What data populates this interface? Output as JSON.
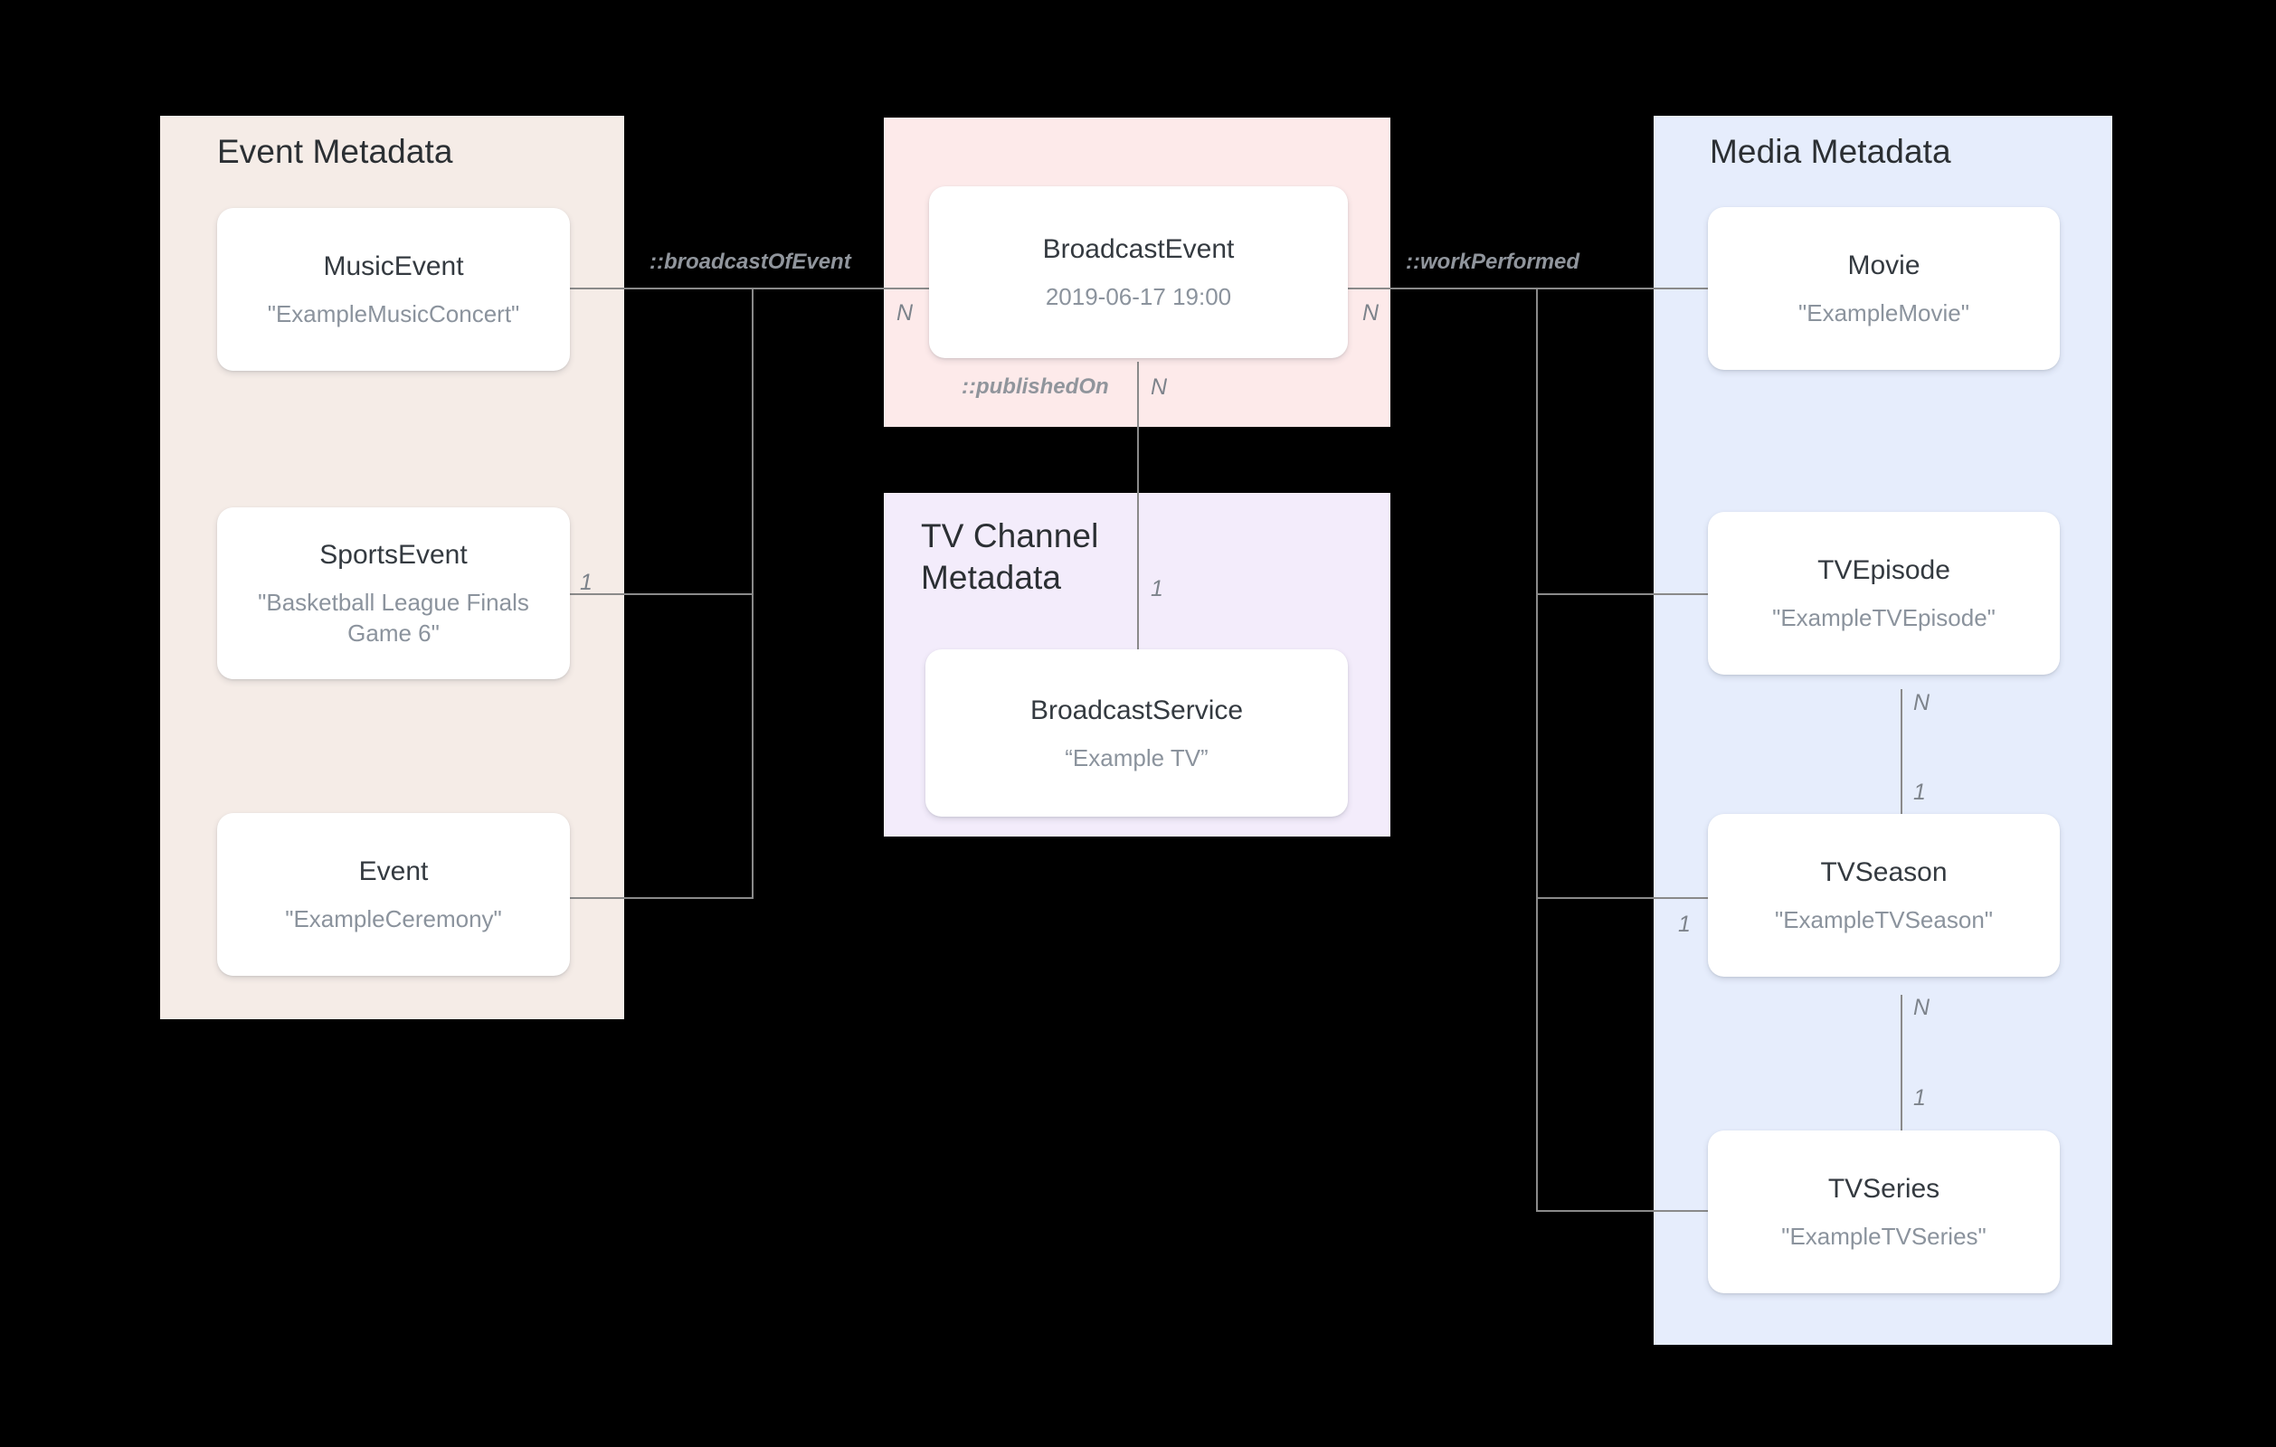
{
  "diagram": {
    "title": "Broadcast schema entity relationship diagram",
    "background": "#000000",
    "groups": [
      {
        "id": "event",
        "label": "Event Metadata",
        "color": "#f5ece7"
      },
      {
        "id": "bcast",
        "label": "",
        "color": "#fdeaea"
      },
      {
        "id": "tvchan",
        "label": "TV Channel\nMetadata",
        "color": "#f3ecfb"
      },
      {
        "id": "media",
        "label": "Media Metadata",
        "color": "#e6edfc"
      }
    ],
    "entities": {
      "music_event": {
        "class": "MusicEvent",
        "value": "\"ExampleMusicConcert\""
      },
      "sports_event": {
        "class": "SportsEvent",
        "value": "\"Basketball League Finals Game 6\""
      },
      "event": {
        "class": "Event",
        "value": "\"ExampleCeremony\""
      },
      "broadcast_event": {
        "class": "BroadcastEvent",
        "value": "2019-06-17 19:00"
      },
      "broadcast_service": {
        "class": "BroadcastService",
        "value": "“Example TV”"
      },
      "movie": {
        "class": "Movie",
        "value": "\"ExampleMovie\""
      },
      "tv_episode": {
        "class": "TVEpisode",
        "value": "\"ExampleTVEpisode\""
      },
      "tv_season": {
        "class": "TVSeason",
        "value": "\"ExampleTVSeason\""
      },
      "tv_series": {
        "class": "TVSeries",
        "value": "\"ExampleTVSeries\""
      }
    },
    "relations": {
      "broadcast_of_event": "::broadcastOfEvent",
      "published_on": "::publishedOn",
      "work_performed": "::workPerformed"
    },
    "cardinalities": {
      "sports_event_side": "1",
      "broadcast_event_left": "N",
      "broadcast_event_bottom": "N",
      "broadcast_event_right": "N",
      "broadcast_service_top": "1",
      "tv_episode_bottom": "N",
      "tv_season_top": "1",
      "tv_season_left": "1",
      "tv_season_bottom": "N",
      "tv_series_top": "1"
    },
    "colors": {
      "line": "#8a8a8a",
      "card_bg": "#ffffff",
      "class_text": "#343a40",
      "value_text": "#8b939d",
      "label_text": "#90959c"
    }
  }
}
